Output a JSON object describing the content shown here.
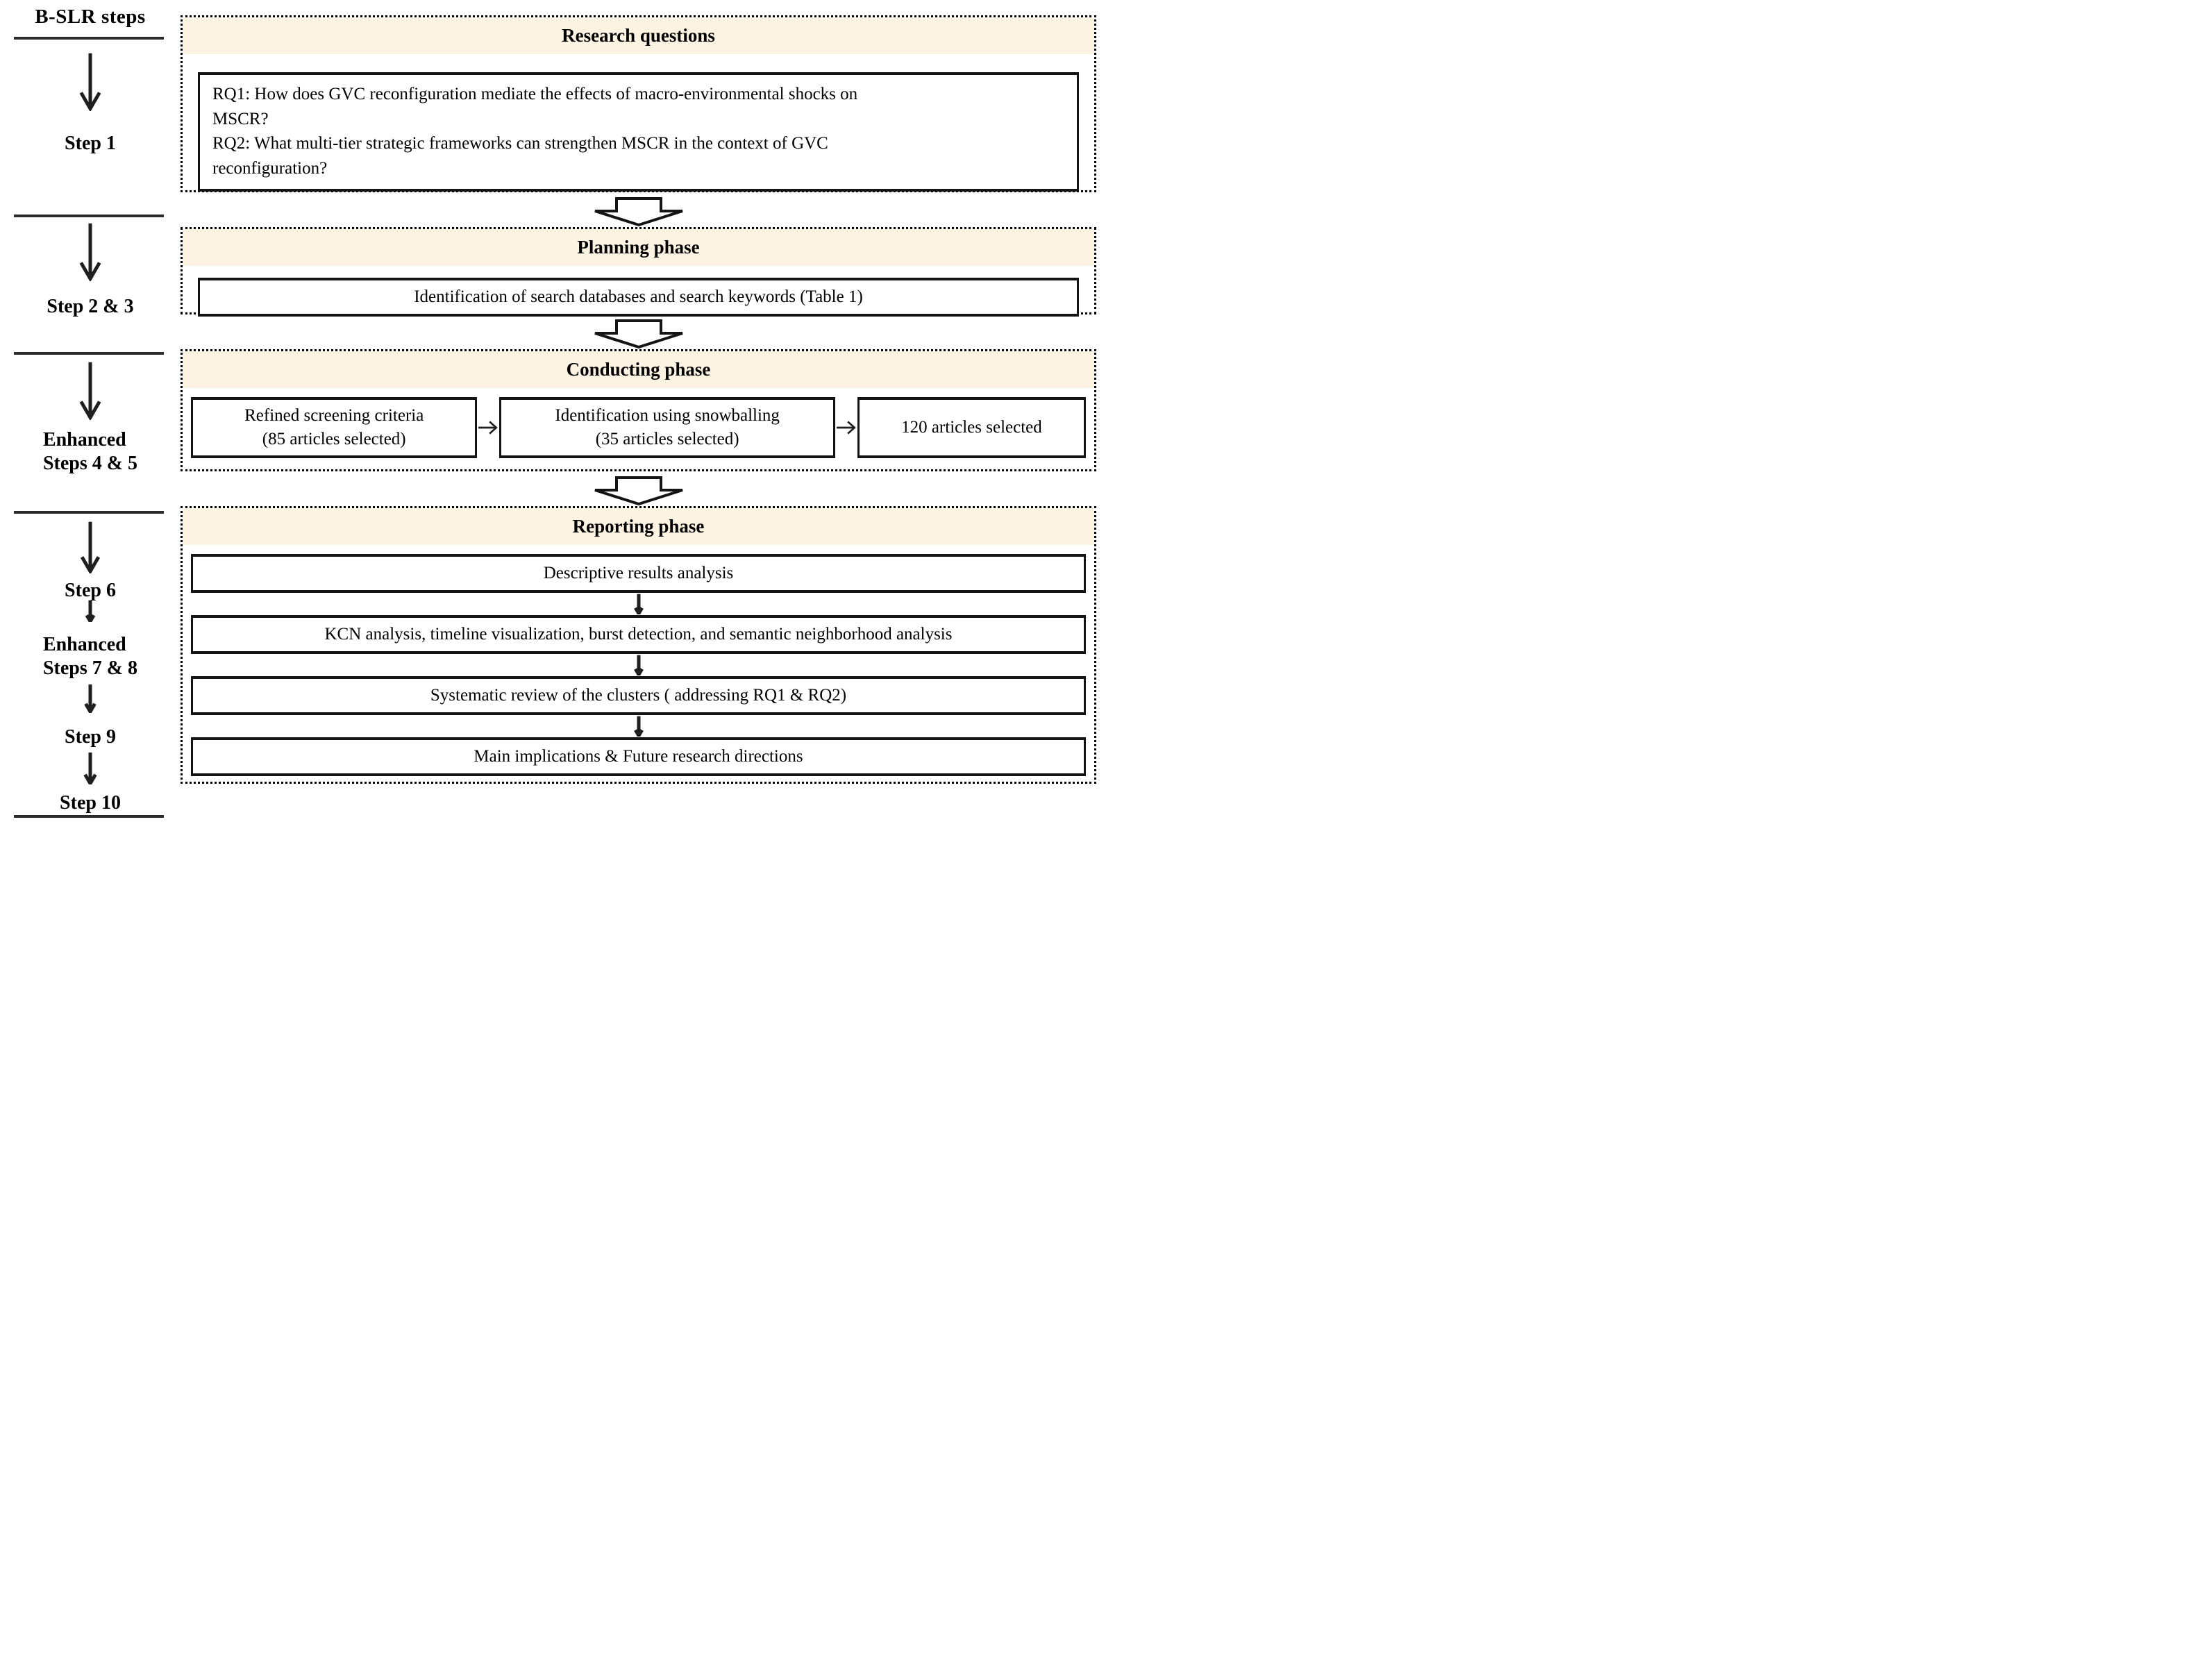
{
  "sidebar": {
    "title": "B-SLR steps",
    "sections": [
      {
        "steps": [
          "Step 1"
        ]
      },
      {
        "steps": [
          "Step 2 & 3"
        ]
      },
      {
        "steps": [
          "Enhanced\nSteps 4 & 5"
        ]
      },
      {
        "steps": [
          "Step 6",
          "Enhanced\nSteps 7 & 8",
          "Step 9",
          "Step 10"
        ]
      }
    ]
  },
  "phases": {
    "research": {
      "title": "Research questions",
      "items": [
        "RQ1: How does GVC reconfiguration mediate the effects of macro-environmental shocks on\nMSCR?",
        "RQ2: What multi-tier strategic frameworks can strengthen MSCR in the context of GVC\nreconfiguration?"
      ]
    },
    "planning": {
      "title": "Planning phase",
      "box": "Identification of search databases and search keywords (Table 1)"
    },
    "conducting": {
      "title": "Conducting phase",
      "boxes": [
        "Refined screening criteria\n(85 articles selected)",
        "Identification using snowballing\n(35 articles selected)",
        "120 articles selected"
      ]
    },
    "reporting": {
      "title": "Reporting phase",
      "boxes": [
        "Descriptive results analysis",
        "KCN analysis, timeline visualization, burst detection, and semantic neighborhood analysis",
        "Systematic review of the clusters ( addressing RQ1 & RQ2)",
        "Main implications & Future research directions"
      ]
    }
  },
  "colors": {
    "header_bg": "#fcf3e3",
    "border": "#000000",
    "box_border": "#141414",
    "arrow": "#1f1f1f"
  }
}
